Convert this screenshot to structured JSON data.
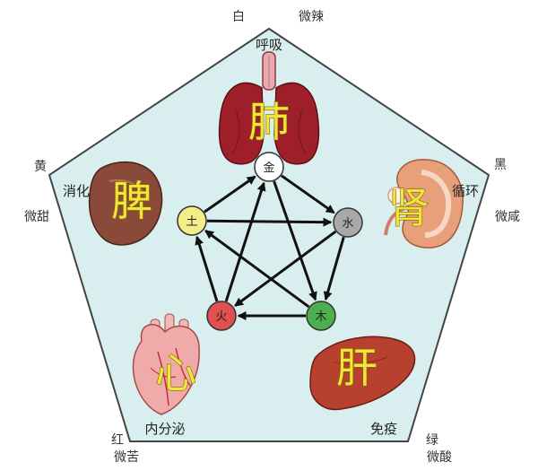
{
  "corners": {
    "top": {
      "color": "白",
      "taste": "微辣",
      "function": "呼吸"
    },
    "right": {
      "color": "黑",
      "taste": "微咸",
      "function": "循环"
    },
    "bottom_right": {
      "color": "绿",
      "taste": "微酸",
      "function": "免疫"
    },
    "bottom_left": {
      "color": "红",
      "taste": "微苦",
      "function": "内分泌"
    },
    "left": {
      "color": "黄",
      "taste": "微甜",
      "function": "消化"
    }
  },
  "organs": {
    "lung": "肺",
    "kidney": "肾",
    "liver": "肝",
    "heart": "心",
    "spleen": "脾"
  },
  "elements": {
    "metal": {
      "label": "金",
      "color": "#ffffff"
    },
    "water": {
      "label": "水",
      "color": "#a9a9a9"
    },
    "wood": {
      "label": "木",
      "color": "#4caf50"
    },
    "fire": {
      "label": "火",
      "color": "#e05050"
    },
    "earth": {
      "label": "土",
      "color": "#f3ee8a"
    }
  },
  "colors": {
    "pentagon_fill": "#d9efef",
    "pentagon_stroke": "#444444",
    "organ_text": "#f2e43a"
  }
}
